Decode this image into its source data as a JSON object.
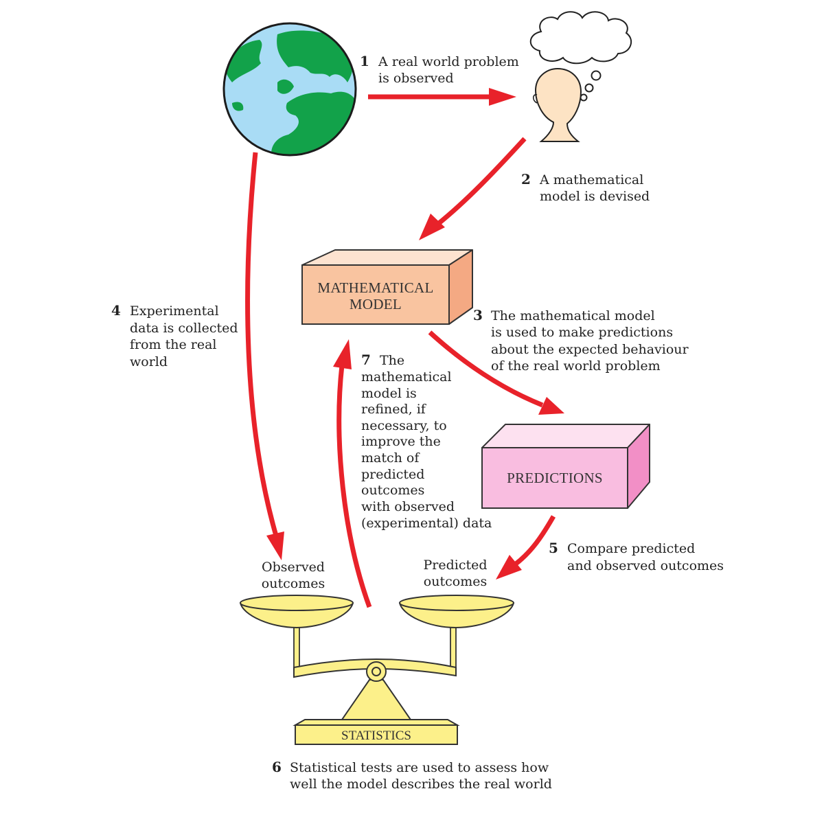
{
  "steps": {
    "s1": {
      "num": "1",
      "lines": [
        "A real world problem",
        "is observed"
      ]
    },
    "s2": {
      "num": "2",
      "lines": [
        "A mathematical",
        "model is devised"
      ]
    },
    "s3": {
      "num": "3",
      "lines": [
        "The mathematical model",
        "is used to make predictions",
        "about the expected behaviour",
        "of the real world problem"
      ]
    },
    "s4": {
      "num": "4",
      "lines": [
        "Experimental",
        "data is collected",
        "from the real",
        "world"
      ]
    },
    "s5": {
      "num": "5",
      "lines": [
        "Compare predicted",
        "and observed outcomes"
      ]
    },
    "s6": {
      "num": "6",
      "lines": [
        "Statistical tests are used to assess how",
        "well the model describes the real world"
      ]
    },
    "s7": {
      "num": "7",
      "lines": [
        "The",
        "mathematical",
        "model is",
        "refined, if",
        "necessary, to",
        "improve the",
        "match of",
        "predicted",
        "outcomes",
        "with observed",
        "(experimental) data"
      ]
    }
  },
  "boxes": {
    "model": {
      "lines": [
        "MATHEMATICAL",
        "MODEL"
      ],
      "front": "#f9c4a0",
      "top": "#fde3d0",
      "side": "#f4a983"
    },
    "predictions": {
      "lines": [
        "PREDICTIONS"
      ],
      "front": "#f9bde0",
      "top": "#fde1f0",
      "side": "#f28fc6"
    }
  },
  "scale": {
    "label": "STATISTICS",
    "observed": [
      "Observed",
      "outcomes"
    ],
    "predicted": [
      "Predicted",
      "outcomes"
    ],
    "color": "#fcf08a"
  },
  "colors": {
    "arrow": "#e8222a",
    "ocean": "#a9dcf5",
    "land": "#12a24a",
    "skin": "#fde3c4"
  },
  "icons": [
    "globe-icon",
    "person-thinking-icon",
    "thought-bubble-icon",
    "balance-scale-icon"
  ]
}
